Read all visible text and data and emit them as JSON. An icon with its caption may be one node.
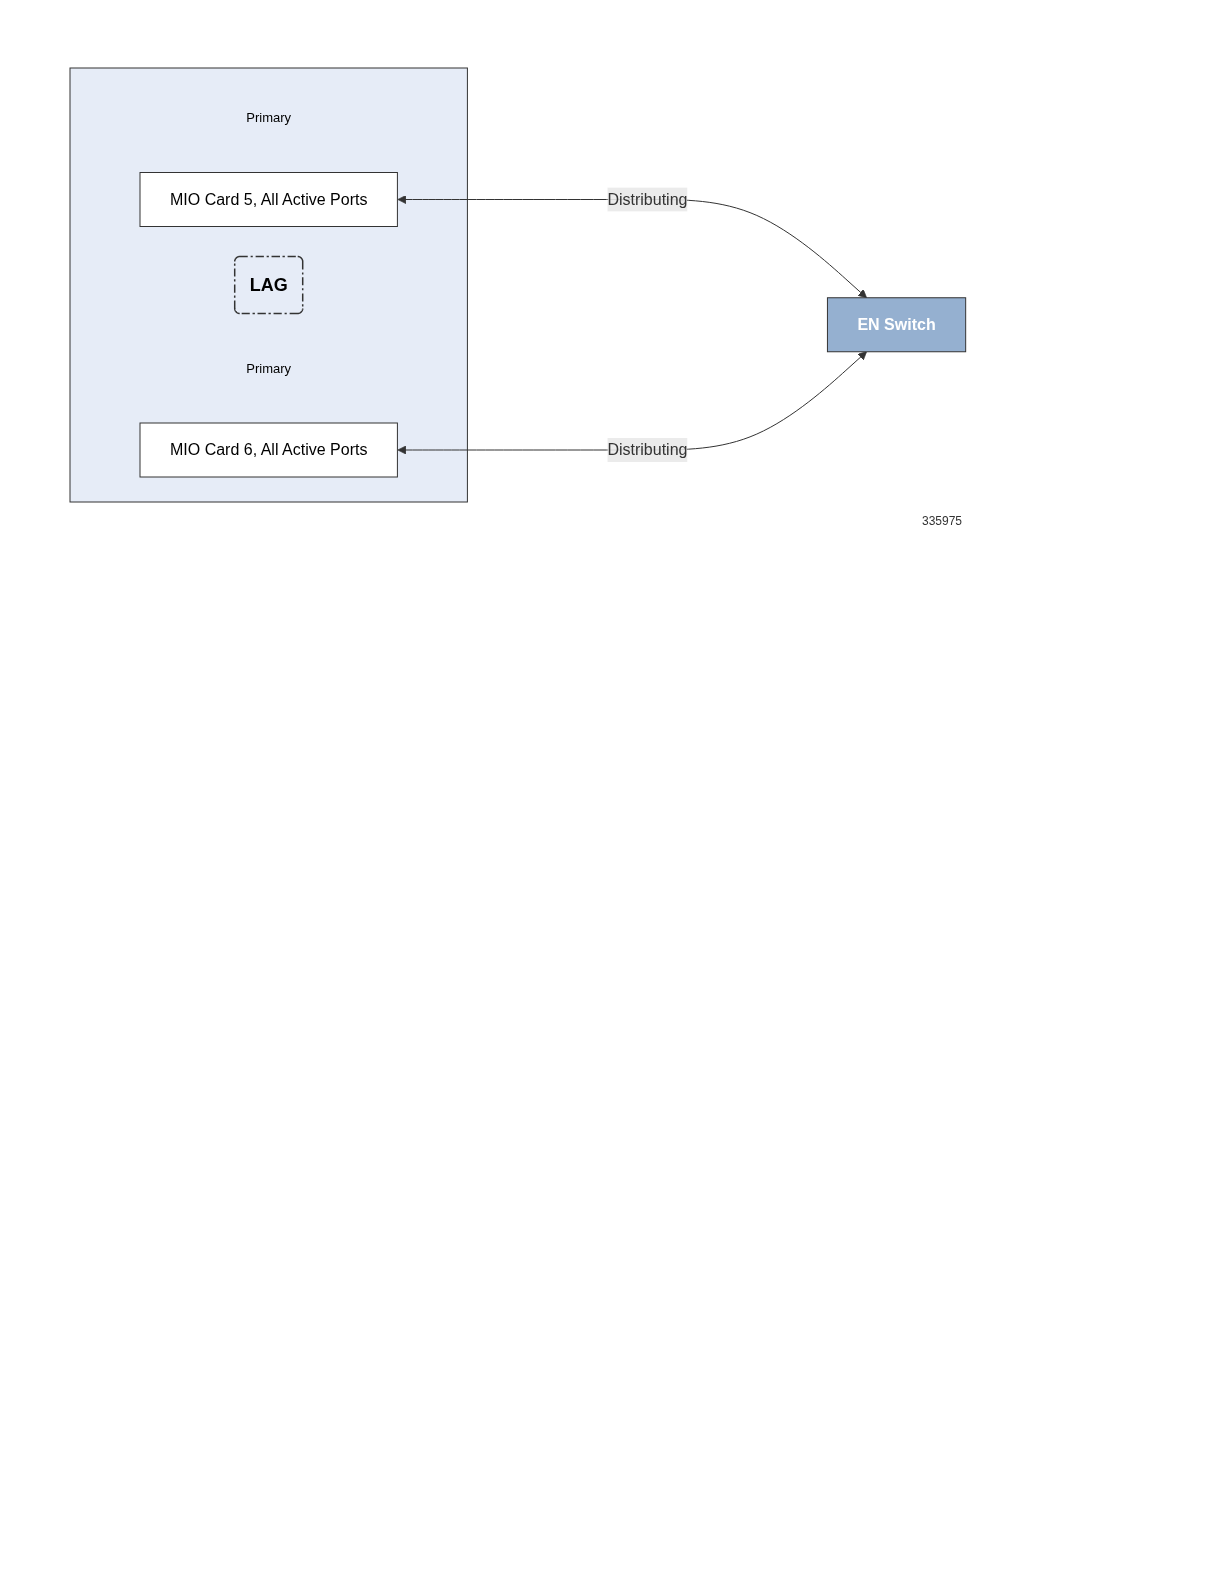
{
  "diagram": {
    "nodes": [
      {
        "text": [],
        "shape": "box"
      },
      {
        "text": [
          "MIO Card 5, All Active Ports"
        ],
        "in": 0,
        "beside": [
          "Primary"
        ]
      },
      {
        "text": [
          "LAG"
        ],
        "in": 0
      },
      {
        "text": [
          "MIO Card 6, All Active Ports"
        ],
        "in": 0,
        "beside": [
          "Primary"
        ]
      },
      {
        "text": [
          "EN Switch"
        ]
      }
    ],
    "edges": [
      {
        "from": 1,
        "to": 4,
        "arrow": "both",
        "label": "Distributing"
      },
      {
        "from": 3,
        "to": 4,
        "arrow": "both",
        "label": "Distributing"
      }
    ],
    "labels": [
      "335975"
    ]
  }
}
